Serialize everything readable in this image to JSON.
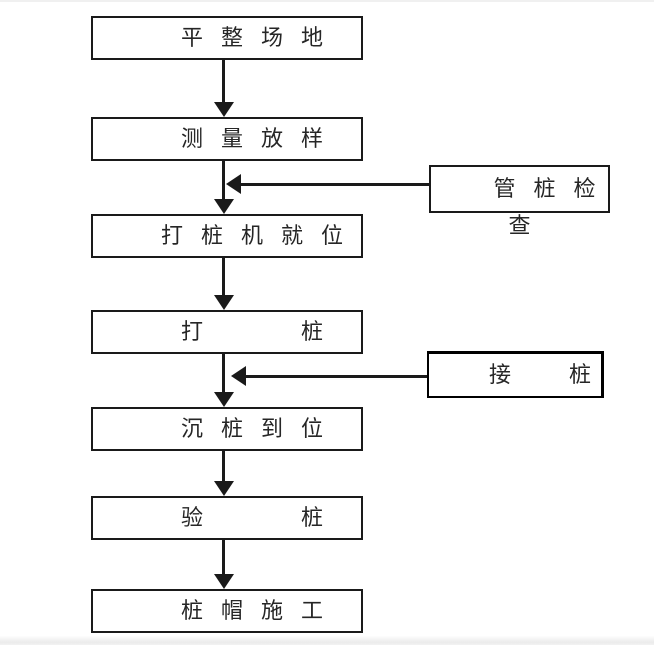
{
  "diagram": {
    "type": "flowchart",
    "colors": {
      "line": "#1a1a1a",
      "text": "#262626",
      "background": "#ffffff",
      "emphasis_border": "#000000"
    },
    "main_flow": [
      {
        "label": "平整场地"
      },
      {
        "label": "测量放样"
      },
      {
        "label": "打桩机就位"
      },
      {
        "label": "打　　桩"
      },
      {
        "label": "沉桩到位"
      },
      {
        "label": "验　　桩"
      },
      {
        "label": "桩帽施工"
      }
    ],
    "side_inputs": [
      {
        "label_line1": "管桩检",
        "label_line2": "查"
      },
      {
        "label": "接　桩"
      }
    ]
  }
}
